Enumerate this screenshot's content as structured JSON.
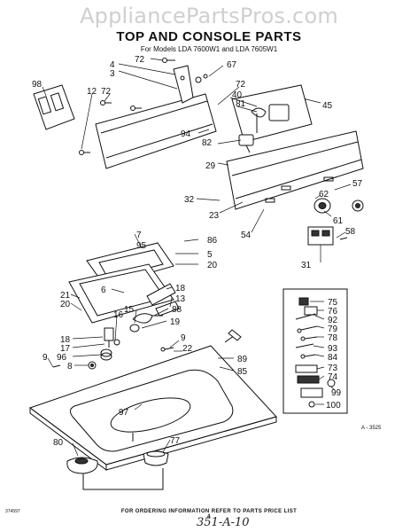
{
  "watermark": "AppliancePartsPros.com",
  "header": {
    "title": "TOP AND CONSOLE PARTS",
    "subtitle": "For Models LDA 7600W1 and LDA 7605W1"
  },
  "footer": {
    "note": "FOR ORDERING INFORMATION REFER TO PARTS PRICE LIST",
    "page_number": "4",
    "code": "374597",
    "diagram_ref": "A - 3525",
    "handwritten": "351-A-10"
  },
  "labels": {
    "p98": "98",
    "p72a": "72",
    "p4": "4",
    "p3": "3",
    "p12": "12",
    "p72b": "72",
    "p67": "67",
    "p72c": "72",
    "p40": "40",
    "p81": "81",
    "p45": "45",
    "p94": "94",
    "p82": "82",
    "p29": "29",
    "p57": "57",
    "p62": "62",
    "p32": "32",
    "p23": "23",
    "p61": "61",
    "p54": "54",
    "p58": "58",
    "p31": "31",
    "p7": "7",
    "p95": "95",
    "p86": "86",
    "p5": "5",
    "p20a": "20",
    "p6": "6",
    "p18a": "18",
    "p13": "13",
    "p21": "21",
    "p20b": "20",
    "p88": "88",
    "p15": "15",
    "p19": "19",
    "p16": "16",
    "p18b": "18",
    "p17": "17",
    "p96": "96",
    "p8": "8",
    "p9a": "9",
    "p9b": "9",
    "p22": "22",
    "p89": "89",
    "p85": "85",
    "p97": "97",
    "p80": "80",
    "p77": "77",
    "p75": "75",
    "p76": "76",
    "p92": "92",
    "p79": "79",
    "p78": "78",
    "p93": "93",
    "p84": "84",
    "p73": "73",
    "p74": "74",
    "p99": "99",
    "p100": "100"
  },
  "colors": {
    "ink": "#111111",
    "watermark": "#cfcfcf",
    "background": "#ffffff"
  }
}
